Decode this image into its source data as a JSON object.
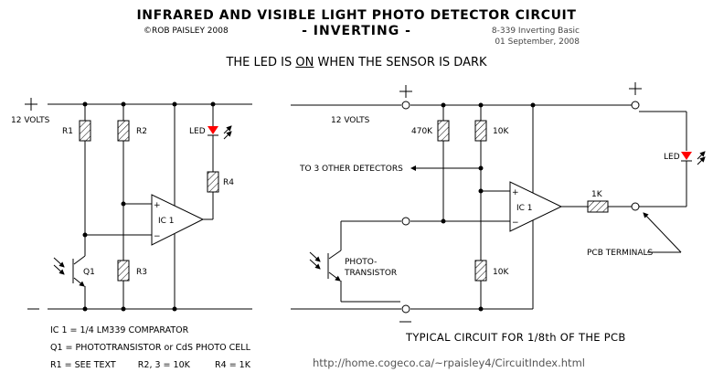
{
  "header": {
    "title": "INFRARED AND VISIBLE LIGHT PHOTO DETECTOR CIRCUIT",
    "subtitle": "- INVERTING -",
    "copyright": "©ROB PAISLEY 2008",
    "doc_name": "8-339 Inverting Basic",
    "doc_date": "01 September, 2008"
  },
  "headline": {
    "before": "THE LED IS ",
    "emphasis": "ON",
    "after": " WHEN THE SENSOR IS DARK"
  },
  "left_circuit": {
    "plus_symbol": "+",
    "minus_symbol": "−",
    "supply_label": "12 VOLTS",
    "r1": "R1",
    "r2": "R2",
    "r3": "R3",
    "r4": "R4",
    "led": "LED",
    "ic": "IC 1",
    "q1": "Q1",
    "in_plus": "+",
    "in_minus": "−"
  },
  "notes": [
    "IC 1 = 1/4 LM339 COMPARATOR",
    "Q1 =  PHOTOTRANSISTOR  or  CdS PHOTO CELL",
    "R1 = SEE TEXT        R2, 3 = 10K         R4 = 1K"
  ],
  "right_circuit": {
    "plus_symbol": "+",
    "plus_symbol_2": "+",
    "minus_symbol": "−",
    "supply_label": "12 VOLTS",
    "r_470k": "470K",
    "r_10k_top": "10K",
    "r_10k_bottom": "10K",
    "r_1k": "1K",
    "led": "LED",
    "ic": "IC 1",
    "in_plus": "+",
    "in_minus": "−",
    "other_detectors": "TO 3 OTHER DETECTORS",
    "phototransistor_line1": "PHOTO-",
    "phototransistor_line2": "TRANSISTOR",
    "pcb_terminals": "PCB TERMINALS"
  },
  "caption": "TYPICAL CIRCUIT FOR 1/8th OF THE PCB",
  "url": "http://home.cogeco.ca/~rpaisley4/CircuitIndex.html",
  "colors": {
    "led": "#ff0000",
    "wire": "#000000",
    "url_text": "#555555"
  }
}
